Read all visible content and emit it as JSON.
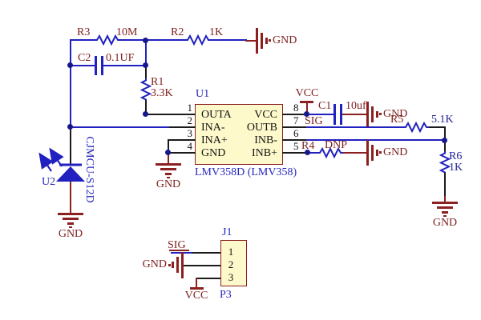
{
  "colors": {
    "wire_blue": "#2121c0",
    "junction_dot": "#17178c",
    "pin_black": "#1b1b1b",
    "symbol_maroon": "#8b2020",
    "text_maroon": "#7e1d1d",
    "text_navy": "#1f1f93",
    "text_blue": "#2727bd",
    "ic_fill": "#fdf9cb",
    "background": "#ffffff"
  },
  "nets": {
    "ground": "GND",
    "power": "VCC",
    "signal": "SIG"
  },
  "components": {
    "R3": {
      "ref": "R3",
      "value": "10M"
    },
    "R2": {
      "ref": "R2",
      "value": "1K"
    },
    "C2": {
      "ref": "C2",
      "value": "0.1UF"
    },
    "R1": {
      "ref": "R1",
      "value": "3.3K"
    },
    "C1": {
      "ref": "C1",
      "value": "10uf"
    },
    "R5": {
      "ref": "R5",
      "value": "5.1K"
    },
    "R4": {
      "ref": "R4",
      "value": "DNP"
    },
    "R6": {
      "ref": "R6",
      "value": "1K"
    },
    "U1": {
      "ref": "U1",
      "part": "LMV358D (LMV358)",
      "left_pins": [
        {
          "num": "1",
          "name": "OUTA"
        },
        {
          "num": "2",
          "name": "INA-"
        },
        {
          "num": "3",
          "name": "INA+"
        },
        {
          "num": "4",
          "name": "GND"
        }
      ],
      "right_pins": [
        {
          "num": "8",
          "name": "VCC"
        },
        {
          "num": "7",
          "name": "OUTB"
        },
        {
          "num": "6",
          "name": "INB-"
        },
        {
          "num": "5",
          "name": "INB+"
        }
      ]
    },
    "U2": {
      "ref": "U2",
      "part": "CJMCU-S12D"
    },
    "J1": {
      "ref": "J1",
      "footprint": "P3",
      "pin_numbers": [
        "1",
        "2",
        "3"
      ]
    }
  }
}
